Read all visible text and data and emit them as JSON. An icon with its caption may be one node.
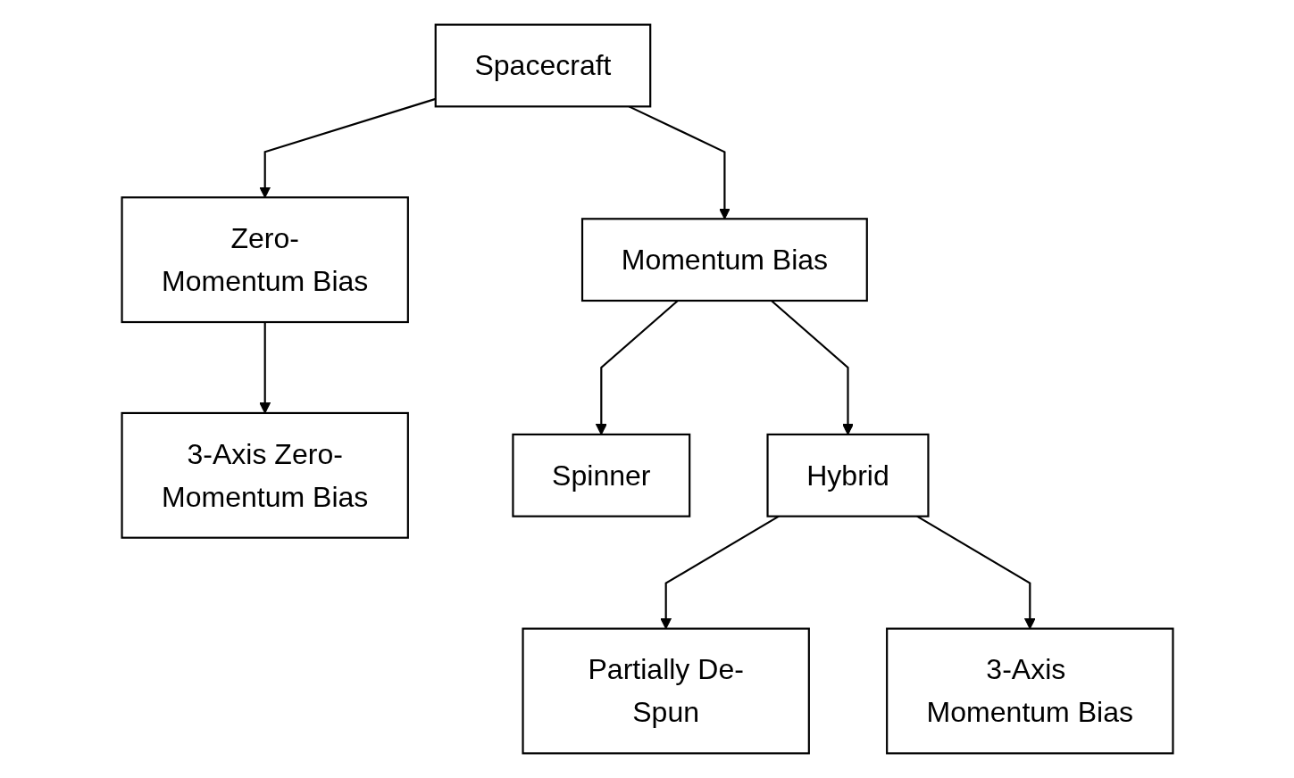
{
  "diagram": {
    "nodes": [
      {
        "text": [
          "Spacecraft"
        ]
      },
      {
        "text": [
          "Zero-Momentum Bias"
        ]
      },
      {
        "text": [
          "Momentum Bias"
        ]
      },
      {
        "text": [
          "3-Axis Zero-Momentum Bias"
        ]
      },
      {
        "text": [
          "Spinner"
        ]
      },
      {
        "text": [
          "Hybrid"
        ]
      },
      {
        "text": [
          "Partially De-Spun"
        ]
      },
      {
        "text": [
          "3-Axis Momentum Bias"
        ]
      }
    ],
    "edges": [
      {
        "from": 0,
        "to": 1,
        "arrow": "to"
      },
      {
        "from": 0,
        "to": 2,
        "arrow": "to"
      },
      {
        "from": 1,
        "to": 3,
        "arrow": "to"
      },
      {
        "from": 2,
        "to": 4,
        "arrow": "to"
      },
      {
        "from": 2,
        "to": 5,
        "arrow": "to"
      },
      {
        "from": 5,
        "to": 6,
        "arrow": "to"
      },
      {
        "from": 5,
        "to": 7,
        "arrow": "to"
      }
    ]
  }
}
